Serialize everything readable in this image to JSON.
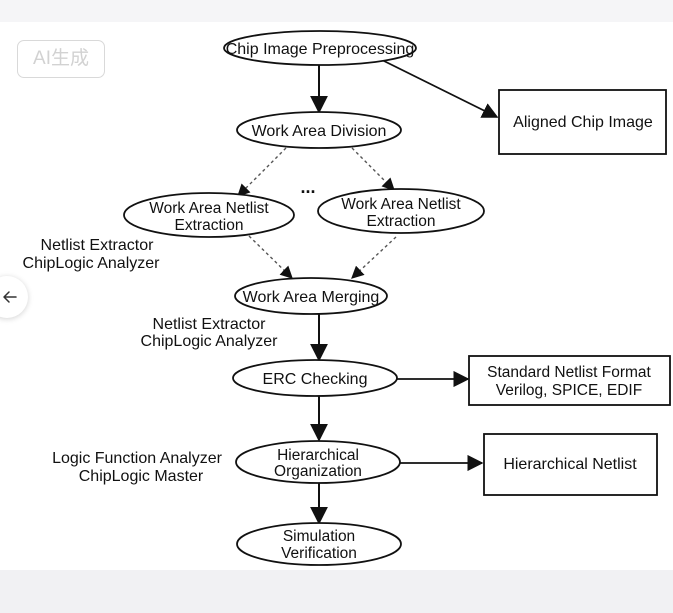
{
  "watermark": "AI生成",
  "nodes": {
    "preprocess": "Chip Image Preprocessing",
    "division": "Work Area Division",
    "extraction_left": [
      "Work Area Netlist",
      "Extraction"
    ],
    "ellipsis": "...",
    "extraction_right": [
      "Work Area Netlist",
      "Extraction"
    ],
    "merging": "Work Area Merging",
    "erc": "ERC Checking",
    "hierarchical": [
      "Hierarchical",
      "Organization"
    ],
    "simulation": [
      "Simulation",
      "Verification"
    ]
  },
  "outputs": {
    "aligned": "Aligned Chip Image",
    "standard": [
      "Standard Netlist Format",
      "Verilog, SPICE, EDIF"
    ],
    "hier_netlist": "Hierarchical Netlist"
  },
  "annotations": {
    "tools_1": [
      "Netlist Extractor",
      "ChipLogic Analyzer"
    ],
    "tools_2": [
      "Netlist Extractor",
      "ChipLogic Analyzer"
    ],
    "tools_3": [
      "Logic Function Analyzer",
      "ChipLogic Master"
    ]
  }
}
